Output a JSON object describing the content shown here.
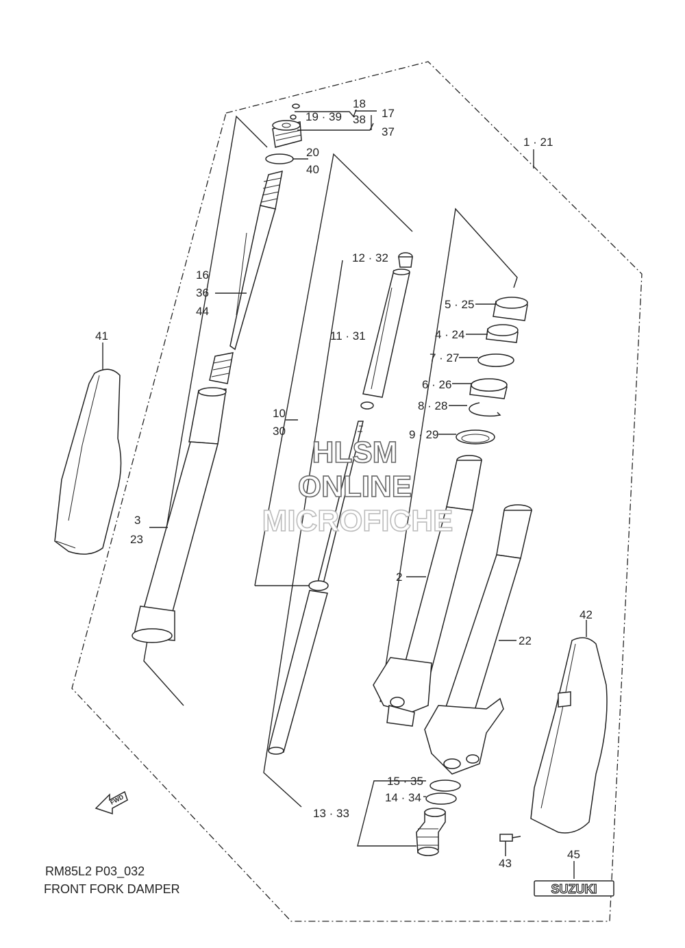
{
  "callouts": {
    "c1_21": "1 · 21",
    "c2": "2",
    "c3": "3",
    "c23": "23",
    "c4_24": "4 · 24",
    "c5_25": "5 · 25",
    "c6_26": "6 · 26",
    "c7_27": "7 · 27",
    "c8_28": "8 · 28",
    "c9_29": "9 · 29",
    "c10": "10",
    "c30": "30",
    "c11_31": "11 · 31",
    "c12_32": "12 · 32",
    "c13_33": "13 · 33",
    "c14_34": "14 · 34",
    "c15_35": "15 · 35",
    "c16": "16",
    "c36": "36",
    "c44": "44",
    "c17": "17",
    "c37": "37",
    "c18": "18",
    "c38": "38",
    "c19_39": "19 · 39",
    "c20": "20",
    "c40": "40",
    "c22": "22",
    "c41": "41",
    "c42": "42",
    "c43": "43",
    "c45": "45"
  },
  "caption": {
    "code": "RM85L2 P03_032",
    "title": "FRONT FORK DAMPER"
  },
  "watermark": {
    "line1": "HLSM",
    "line2": "ONLINE",
    "line3": "MICROFICHE"
  },
  "badges": {
    "fwd": "FWD",
    "brand": "SUZUKI"
  }
}
